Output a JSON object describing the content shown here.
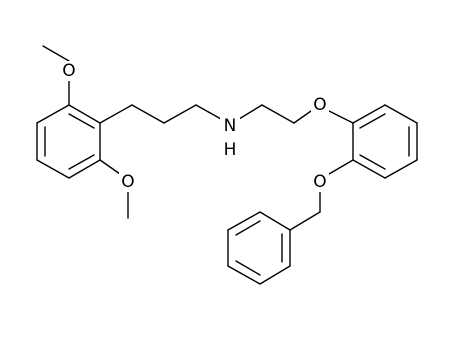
{
  "molecule": {
    "atom_labels": {
      "O_top": "O",
      "O_bottom": "O",
      "N": "N",
      "H": "H",
      "O_ether": "O",
      "O_benzyl": "O"
    }
  }
}
